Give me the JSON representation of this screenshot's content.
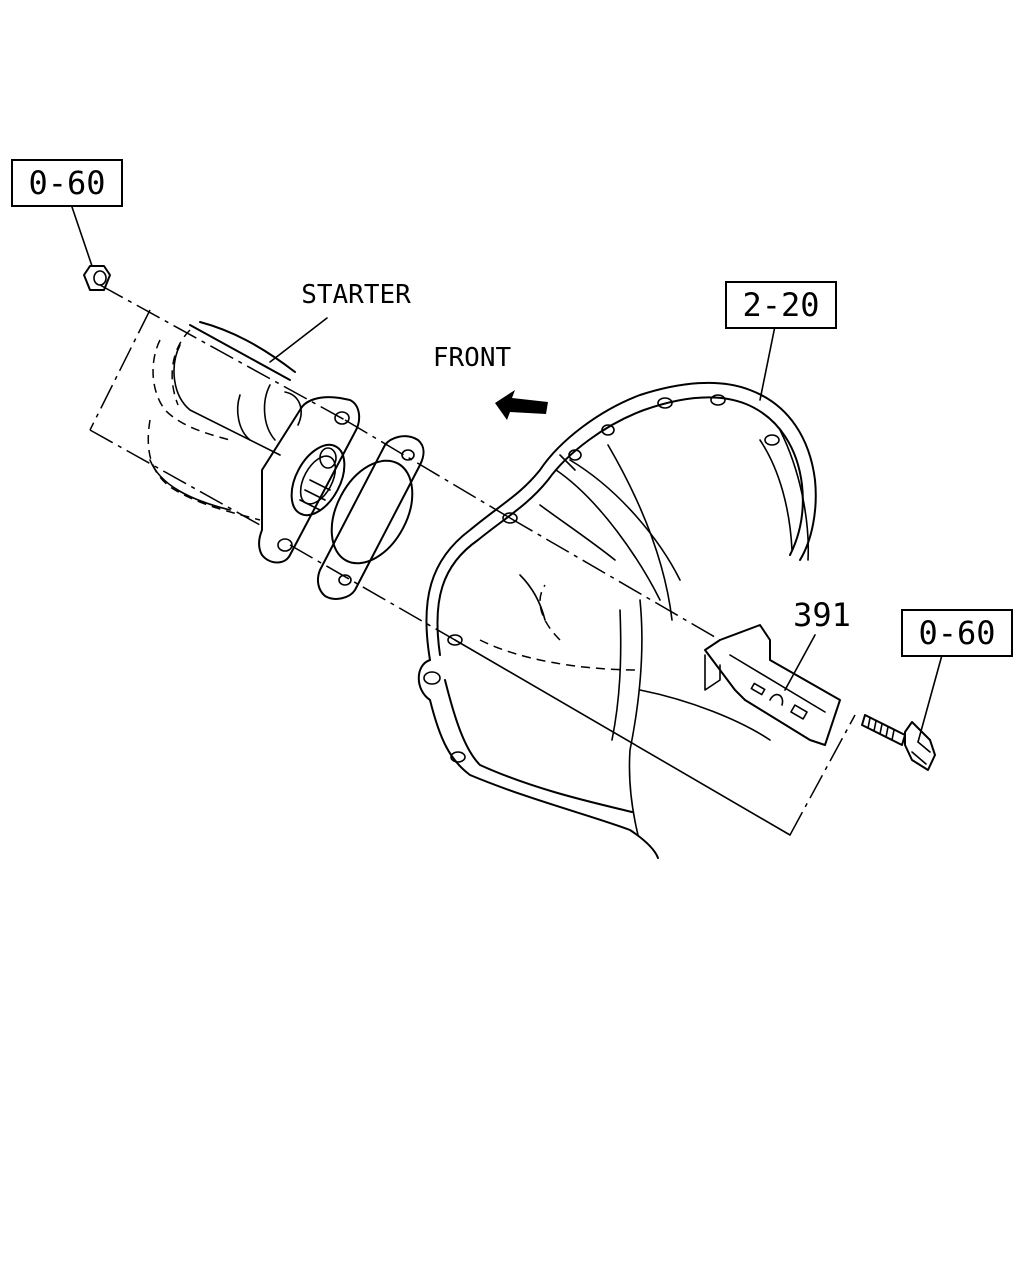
{
  "callouts": {
    "ref_top_left": "0-60",
    "ref_top_right": "2-20",
    "ref_right": "0-60",
    "part_number": "391"
  },
  "labels": {
    "starter": "STARTER",
    "front": "FRONT"
  },
  "colors": {
    "line": "#000000",
    "background": "#ffffff"
  }
}
